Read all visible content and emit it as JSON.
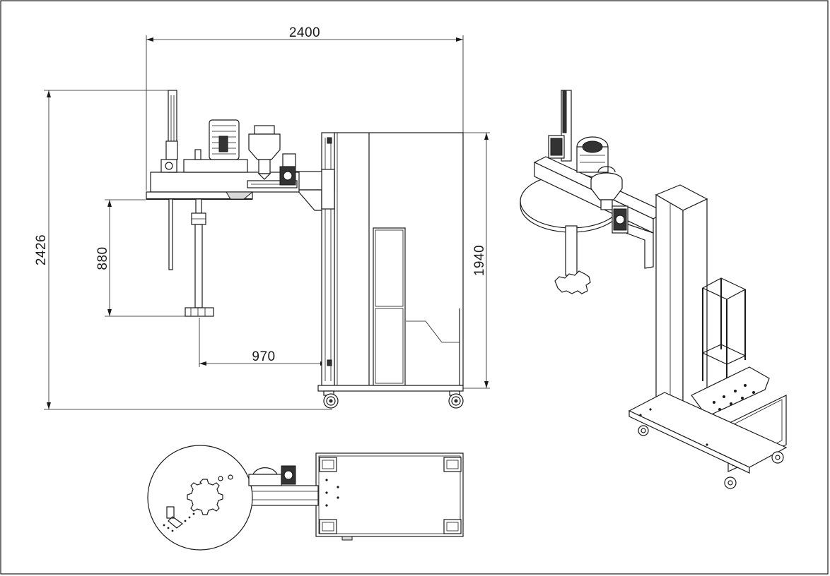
{
  "dimensions": {
    "width_total": "2400",
    "height_total": "2426",
    "column_height": "1940",
    "mixer_drop": "880",
    "arm_reach": "970"
  },
  "colors": {
    "line": "#1a1a1a",
    "background": "#ffffff",
    "dark_fill": "#333333",
    "light_fill": "#d9d9d9"
  }
}
